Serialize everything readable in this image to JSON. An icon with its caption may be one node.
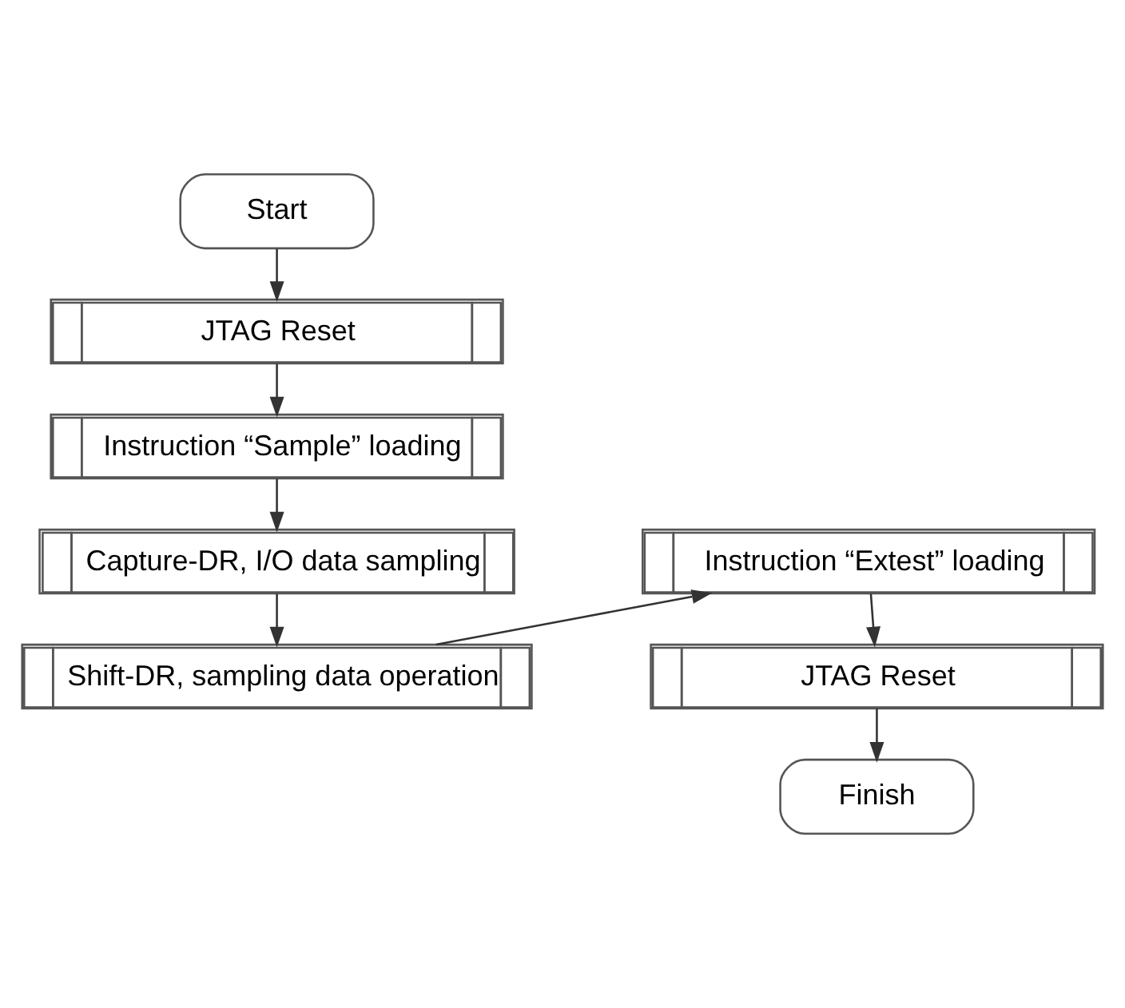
{
  "diagram": {
    "nodes": [
      {
        "text": [
          "Start"
        ]
      },
      {
        "text": [
          "JTAG Reset"
        ]
      },
      {
        "text": [
          "Instruction “Sample” loading"
        ]
      },
      {
        "text": [
          "Capture-DR, I/O data sampling"
        ]
      },
      {
        "text": [
          "Shift-DR, sampling data operation"
        ]
      },
      {
        "text": [
          "Instruction “Extest” loading"
        ]
      },
      {
        "text": [
          "JTAG Reset"
        ]
      },
      {
        "text": [
          "Finish"
        ]
      }
    ],
    "edges": [
      {
        "from": 0,
        "to": 1,
        "arrow": "to"
      },
      {
        "from": 1,
        "to": 2,
        "arrow": "to"
      },
      {
        "from": 2,
        "to": 3,
        "arrow": "to"
      },
      {
        "from": 3,
        "to": 4,
        "arrow": "to"
      },
      {
        "from": 4,
        "to": 5,
        "arrow": "to"
      },
      {
        "from": 5,
        "to": 6,
        "arrow": "to"
      },
      {
        "from": 6,
        "to": 7,
        "arrow": "to"
      }
    ]
  }
}
